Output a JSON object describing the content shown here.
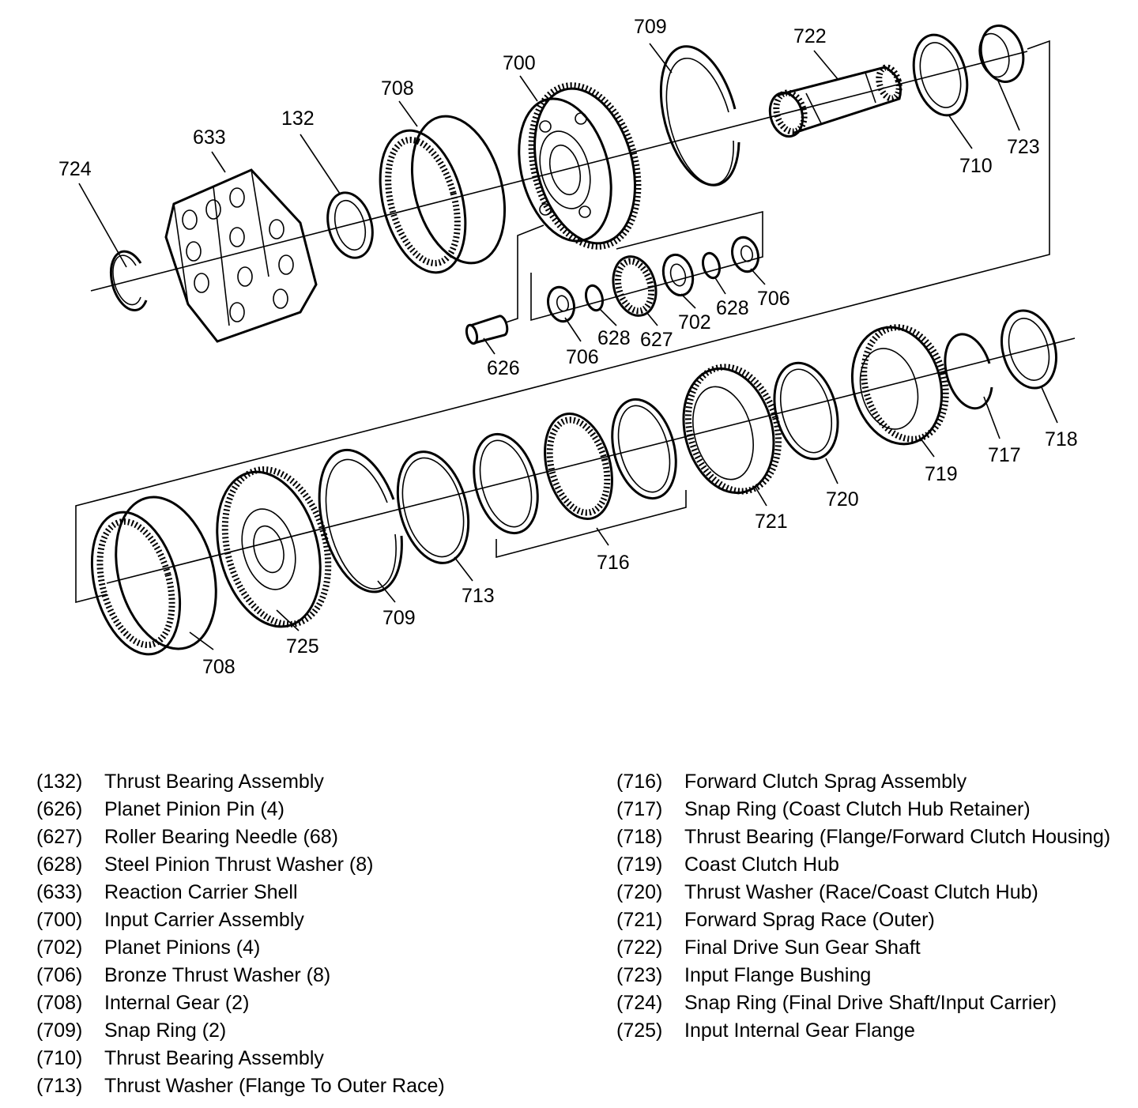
{
  "callouts": {
    "c724": "724",
    "c633": "633",
    "c132": "132",
    "c708a": "708",
    "c700": "700",
    "c709a": "709",
    "c722": "722",
    "c710": "710",
    "c723": "723",
    "c626": "626",
    "c706a": "706",
    "c628a": "628",
    "c627": "627",
    "c702": "702",
    "c628b": "628",
    "c706b": "706",
    "c708b": "708",
    "c725": "725",
    "c709b": "709",
    "c713": "713",
    "c716": "716",
    "c721": "721",
    "c720": "720",
    "c719": "719",
    "c717": "717",
    "c718": "718"
  },
  "legend": {
    "left": [
      {
        "code": "(132)",
        "desc": "Thrust Bearing Assembly"
      },
      {
        "code": "(626)",
        "desc": "Planet Pinion Pin (4)"
      },
      {
        "code": "(627)",
        "desc": "Roller Bearing Needle (68)"
      },
      {
        "code": "(628)",
        "desc": "Steel Pinion Thrust Washer (8)"
      },
      {
        "code": "(633)",
        "desc": "Reaction Carrier Shell"
      },
      {
        "code": "(700)",
        "desc": "Input Carrier Assembly"
      },
      {
        "code": "(702)",
        "desc": "Planet Pinions (4)"
      },
      {
        "code": "(706)",
        "desc": "Bronze Thrust Washer (8)"
      },
      {
        "code": "(708)",
        "desc": "Internal Gear (2)"
      },
      {
        "code": "(709)",
        "desc": "Snap Ring (2)"
      },
      {
        "code": "(710)",
        "desc": "Thrust Bearing Assembly"
      },
      {
        "code": "(713)",
        "desc": "Thrust Washer (Flange To Outer Race)"
      }
    ],
    "right": [
      {
        "code": "(716)",
        "desc": "Forward Clutch Sprag Assembly"
      },
      {
        "code": "(717)",
        "desc": "Snap Ring (Coast Clutch Hub Retainer)"
      },
      {
        "code": "(718)",
        "desc": "Thrust Bearing (Flange/Forward Clutch Housing)"
      },
      {
        "code": "(719)",
        "desc": "Coast Clutch Hub"
      },
      {
        "code": "(720)",
        "desc": "Thrust Washer (Race/Coast Clutch Hub)"
      },
      {
        "code": "(721)",
        "desc": "Forward Sprag Race (Outer)"
      },
      {
        "code": "(722)",
        "desc": "Final Drive Sun Gear Shaft"
      },
      {
        "code": "(723)",
        "desc": "Input Flange Bushing"
      },
      {
        "code": "(724)",
        "desc": "Snap Ring (Final Drive Shaft/Input Carrier)"
      },
      {
        "code": "(725)",
        "desc": "Input Internal Gear Flange"
      }
    ]
  }
}
